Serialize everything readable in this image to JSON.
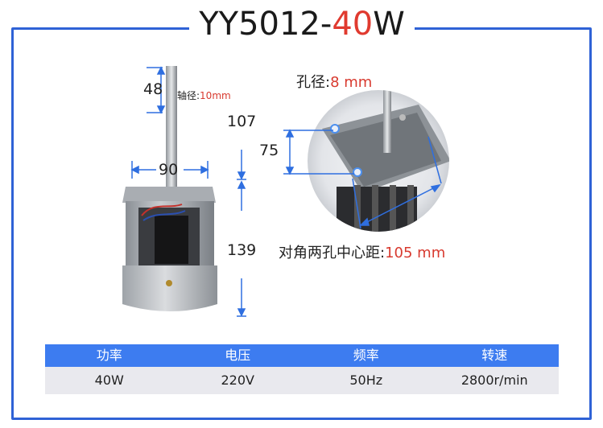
{
  "title": {
    "prefix": "YY5012-",
    "accent": "40",
    "suffix": "W"
  },
  "dimensions": {
    "shaft_length": "48",
    "shaft_diameter_label": "轴径:",
    "shaft_diameter_value": "10mm",
    "upper_height": "107",
    "width": "90",
    "body_height": "139",
    "flange_height": "75"
  },
  "flange": {
    "hole_label": "孔径:",
    "hole_value": "8 mm",
    "diagonal_label": "对角两孔中心距:",
    "diagonal_value": "105 mm"
  },
  "specs": {
    "headers": [
      "功率",
      "电压",
      "频率",
      "转速"
    ],
    "values": [
      "40W",
      "220V",
      "50Hz",
      "2800r/min"
    ]
  },
  "colors": {
    "frame": "#2f62d6",
    "header_bg": "#3d7cf0",
    "accent": "#e03a2f",
    "dimension": "#2f6fe0"
  }
}
